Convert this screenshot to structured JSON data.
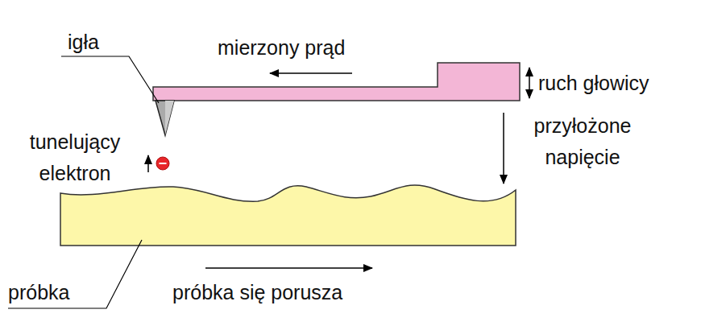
{
  "diagram": {
    "labels": [
      "mierzony prąd",
      "igła",
      "ruch głowicy",
      "tunelujący elektron",
      "przyłożone napięcie",
      "próbka",
      "próbka się porusza"
    ]
  }
}
